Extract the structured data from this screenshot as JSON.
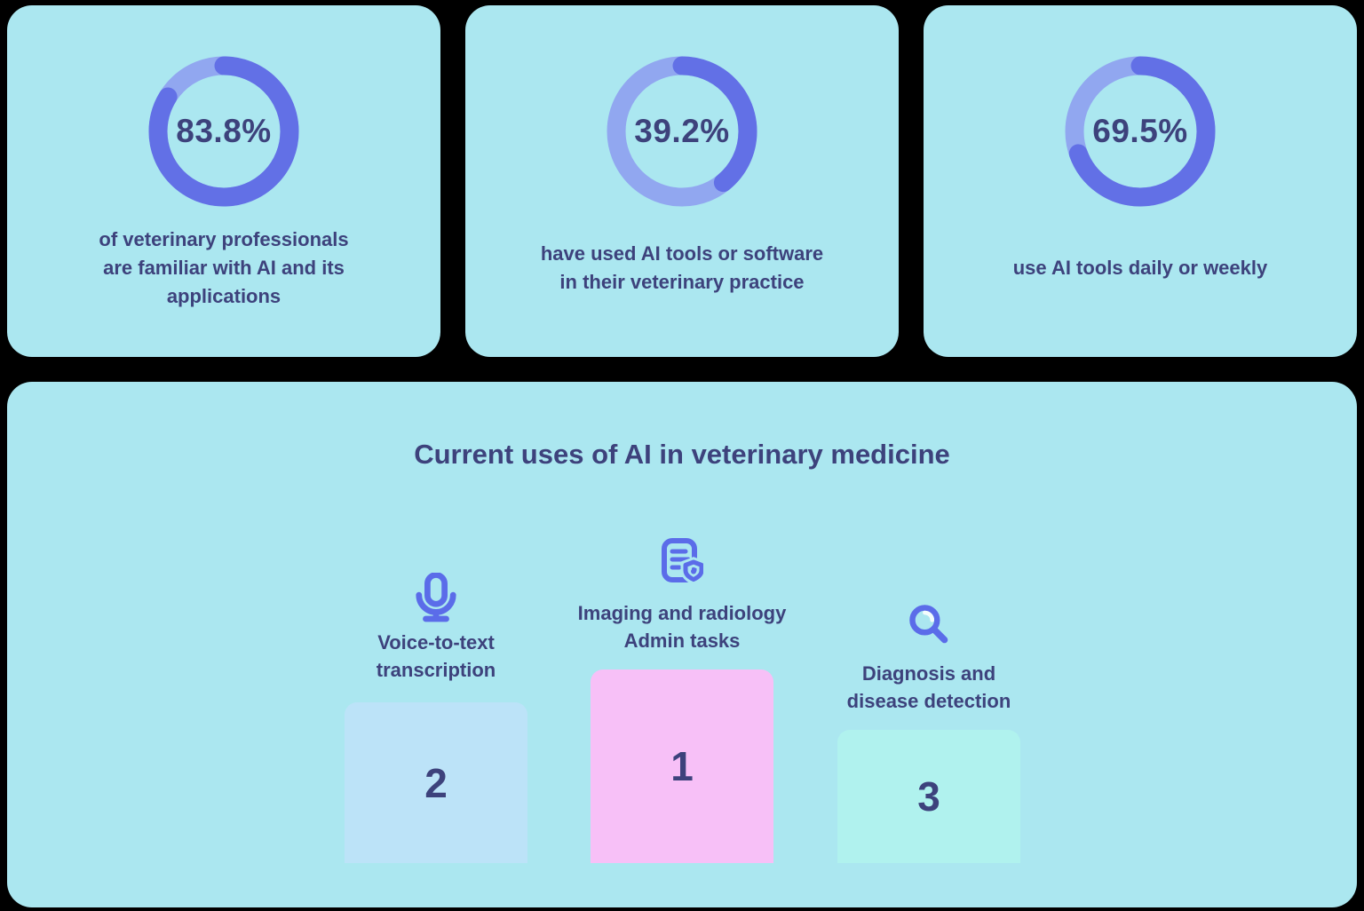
{
  "colors": {
    "page_bg": "#000000",
    "card_bg": "#abe7f0",
    "navy": "#3d427c",
    "arc_dark": "#6270e6",
    "arc_light": "#91a7f0",
    "icon_blue": "#5b6ce9",
    "box_blue": "#bce3f8",
    "box_pink": "#f7c0f7",
    "box_mint": "#b0f2ee"
  },
  "stat_cards": [
    {
      "value_label": "83.8%",
      "pct": 83.8,
      "caption": "of veterinary professionals\nare familiar with AI and its\napplications"
    },
    {
      "value_label": "39.2%",
      "pct": 39.2,
      "caption": "have used AI tools or software\nin their veterinary practice"
    },
    {
      "value_label": "69.5%",
      "pct": 69.5,
      "caption": "use AI tools daily or weekly"
    }
  ],
  "usage_section": {
    "title": "Current uses of AI in veterinary medicine",
    "items": [
      {
        "icon": "microphone-icon",
        "label": "Voice-to-text\ntranscription",
        "rank": "2"
      },
      {
        "icon": "document-shield-icon",
        "label": "Imaging and radiology\nAdmin tasks",
        "rank": "1"
      },
      {
        "icon": "magnifier-icon",
        "label": "Diagnosis and\ndisease detection",
        "rank": "3"
      }
    ]
  },
  "chart_data": [
    {
      "type": "pie",
      "style": "donut",
      "center_label": "83.8%",
      "values": [
        83.8,
        16.2
      ],
      "labels": [
        "familiar with AI",
        "remainder"
      ],
      "title": "of veterinary professionals are familiar with AI and its applications",
      "start_angle_deg": 0,
      "direction": "clockwise"
    },
    {
      "type": "pie",
      "style": "donut",
      "center_label": "39.2%",
      "values": [
        39.2,
        60.8
      ],
      "labels": [
        "have used AI tools",
        "remainder"
      ],
      "title": "have used AI tools or software in their veterinary practice",
      "start_angle_deg": 0,
      "direction": "clockwise"
    },
    {
      "type": "pie",
      "style": "donut",
      "center_label": "69.5%",
      "values": [
        69.5,
        30.5
      ],
      "labels": [
        "use AI daily or weekly",
        "remainder"
      ],
      "title": "use AI tools daily or weekly",
      "start_angle_deg": 0,
      "direction": "clockwise"
    },
    {
      "type": "bar",
      "title": "Current uses of AI in veterinary medicine",
      "categories": [
        "Voice-to-text transcription",
        "Imaging and radiology / Admin tasks",
        "Diagnosis and disease detection"
      ],
      "values": [
        2,
        1,
        3
      ],
      "note": "values are podium rank positions; 1 = most common use; bar heights proportional to rank importance"
    }
  ]
}
